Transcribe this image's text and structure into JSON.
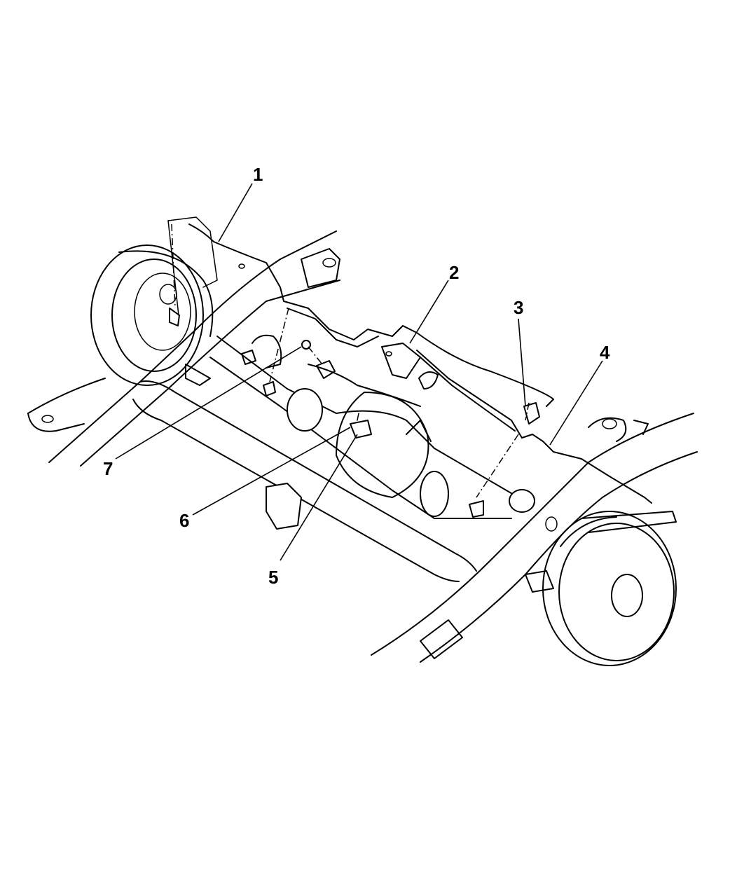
{
  "diagram": {
    "callouts": [
      {
        "id": "callout-1",
        "label": "1"
      },
      {
        "id": "callout-2",
        "label": "2"
      },
      {
        "id": "callout-3",
        "label": "3"
      },
      {
        "id": "callout-4",
        "label": "4"
      },
      {
        "id": "callout-5",
        "label": "5"
      },
      {
        "id": "callout-6",
        "label": "6"
      },
      {
        "id": "callout-7",
        "label": "7"
      }
    ]
  }
}
